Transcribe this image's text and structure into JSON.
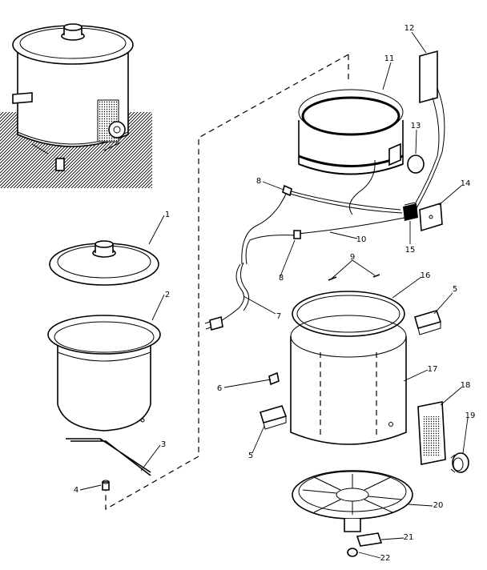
{
  "parts": [
    {
      "label": "1",
      "name": "lid"
    },
    {
      "label": "2",
      "name": "crock"
    },
    {
      "label": "3",
      "name": "wire-rack"
    },
    {
      "label": "4",
      "name": "rack-knob"
    },
    {
      "label": "5",
      "name": "handle"
    },
    {
      "label": "6",
      "name": "screw"
    },
    {
      "label": "7",
      "name": "power-cord"
    },
    {
      "label": "8",
      "name": "wire-connector"
    },
    {
      "label": "9",
      "name": "screw-pair"
    },
    {
      "label": "10",
      "name": "lead-wire"
    },
    {
      "label": "11",
      "name": "heating-element"
    },
    {
      "label": "12",
      "name": "insulation-strip"
    },
    {
      "label": "13",
      "name": "thermal-disc"
    },
    {
      "label": "14",
      "name": "insulator"
    },
    {
      "label": "15",
      "name": "switch"
    },
    {
      "label": "16",
      "name": "gasket-ring"
    },
    {
      "label": "17",
      "name": "outer-shell"
    },
    {
      "label": "18",
      "name": "nameplate"
    },
    {
      "label": "19",
      "name": "control-knob"
    },
    {
      "label": "20",
      "name": "base"
    },
    {
      "label": "21",
      "name": "label-plate"
    },
    {
      "label": "22",
      "name": "foot"
    }
  ]
}
